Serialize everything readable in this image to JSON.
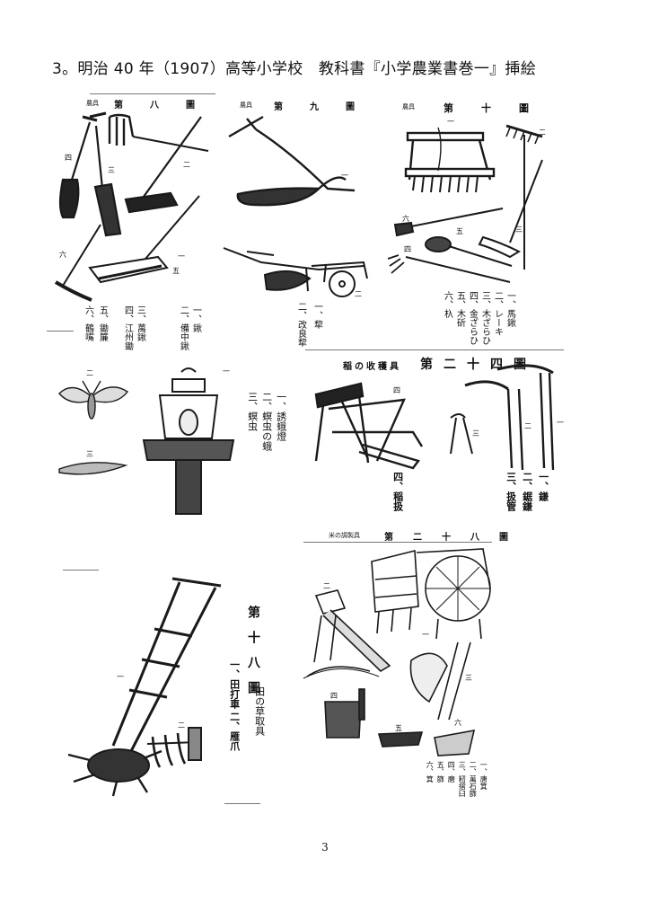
{
  "heading": "3。明治 40 年（1907）高等小学校　教科書『小学農業書巻一』挿絵",
  "page_number": "3",
  "plates": {
    "fig8": {
      "title": "第　八　圖",
      "subtitle": "農具",
      "numbers": [
        "一",
        "二",
        "三",
        "四",
        "五",
        "六"
      ],
      "legend": [
        "一、鍬",
        "二、備中鍬",
        "三、萬鍬",
        "四、江州鋤",
        "五、鋤簾",
        "六、鶴嘴"
      ]
    },
    "fig9": {
      "title": "第　九　圖",
      "subtitle": "農具",
      "numbers": [
        "一",
        "二"
      ],
      "legend": [
        "一、犂",
        "二、改良犂"
      ]
    },
    "fig10": {
      "title": "第　十　圖",
      "subtitle": "農具",
      "numbers": [
        "一",
        "二",
        "三",
        "四",
        "五",
        "六"
      ],
      "legend": [
        "一、馬鍬",
        "二、レーキ",
        "三、木ざらひ",
        "四、金ざらひ",
        "五、木斫",
        "六、杁"
      ]
    },
    "insect": {
      "numbers": [
        "一",
        "二",
        "三"
      ],
      "legend": [
        "一、誘蛾燈",
        "二、螟虫の蛾",
        "三、螟虫"
      ]
    },
    "fig24": {
      "title": "第二十四圖",
      "subtitle": "稲の收穫具",
      "numbers": [
        "一",
        "二",
        "三",
        "四"
      ],
      "legend": [
        "一、鎌",
        "二、鋸鎌",
        "三、扱管",
        "四、稲扱"
      ]
    },
    "fig18": {
      "title": "第十八圖",
      "subtitle": "田の草取具",
      "numbers": [
        "一",
        "二"
      ],
      "legend": [
        "一、田打車",
        "二、雁爪"
      ]
    },
    "fig28": {
      "title": "第　二　十　八　圖",
      "subtitle": "米の調製具",
      "numbers": [
        "一",
        "二",
        "三",
        "四",
        "五",
        "六"
      ],
      "legend": [
        "一、唐箕",
        "二、萬石篩",
        "三、籾摺臼",
        "四、磨",
        "五、篩",
        "六、箕"
      ]
    }
  }
}
